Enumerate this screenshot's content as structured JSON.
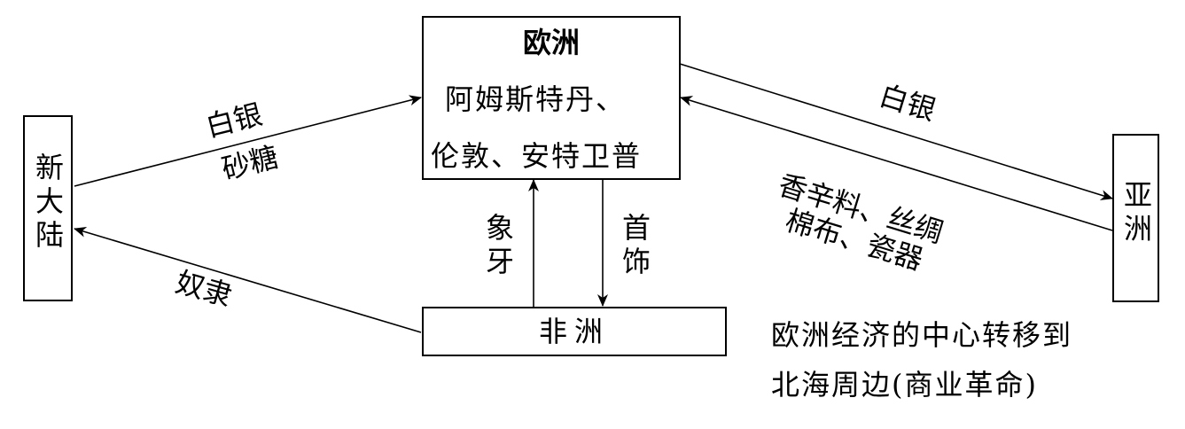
{
  "nodes": {
    "europe": {
      "title": "欧洲",
      "line1": "阿姆斯特丹、",
      "line2": "伦敦、安特卫普"
    },
    "new_world": {
      "label": "新大陆"
    },
    "asia": {
      "label": "亚洲"
    },
    "africa": {
      "label": "非洲"
    }
  },
  "flows": {
    "newworld_to_europe": {
      "top": "白银",
      "bottom": "砂糖"
    },
    "africa_to_newworld": {
      "label": "奴隶"
    },
    "africa_to_europe": {
      "label": "象牙"
    },
    "europe_to_africa": {
      "label": "首饰"
    },
    "europe_to_asia": {
      "label": "白银"
    },
    "asia_to_europe": {
      "line1": "香辛料、丝绸",
      "line2": "棉布、瓷器"
    }
  },
  "note": {
    "line1": "欧洲经济的中心转移到",
    "line2": "北海周边(商业革命)"
  }
}
